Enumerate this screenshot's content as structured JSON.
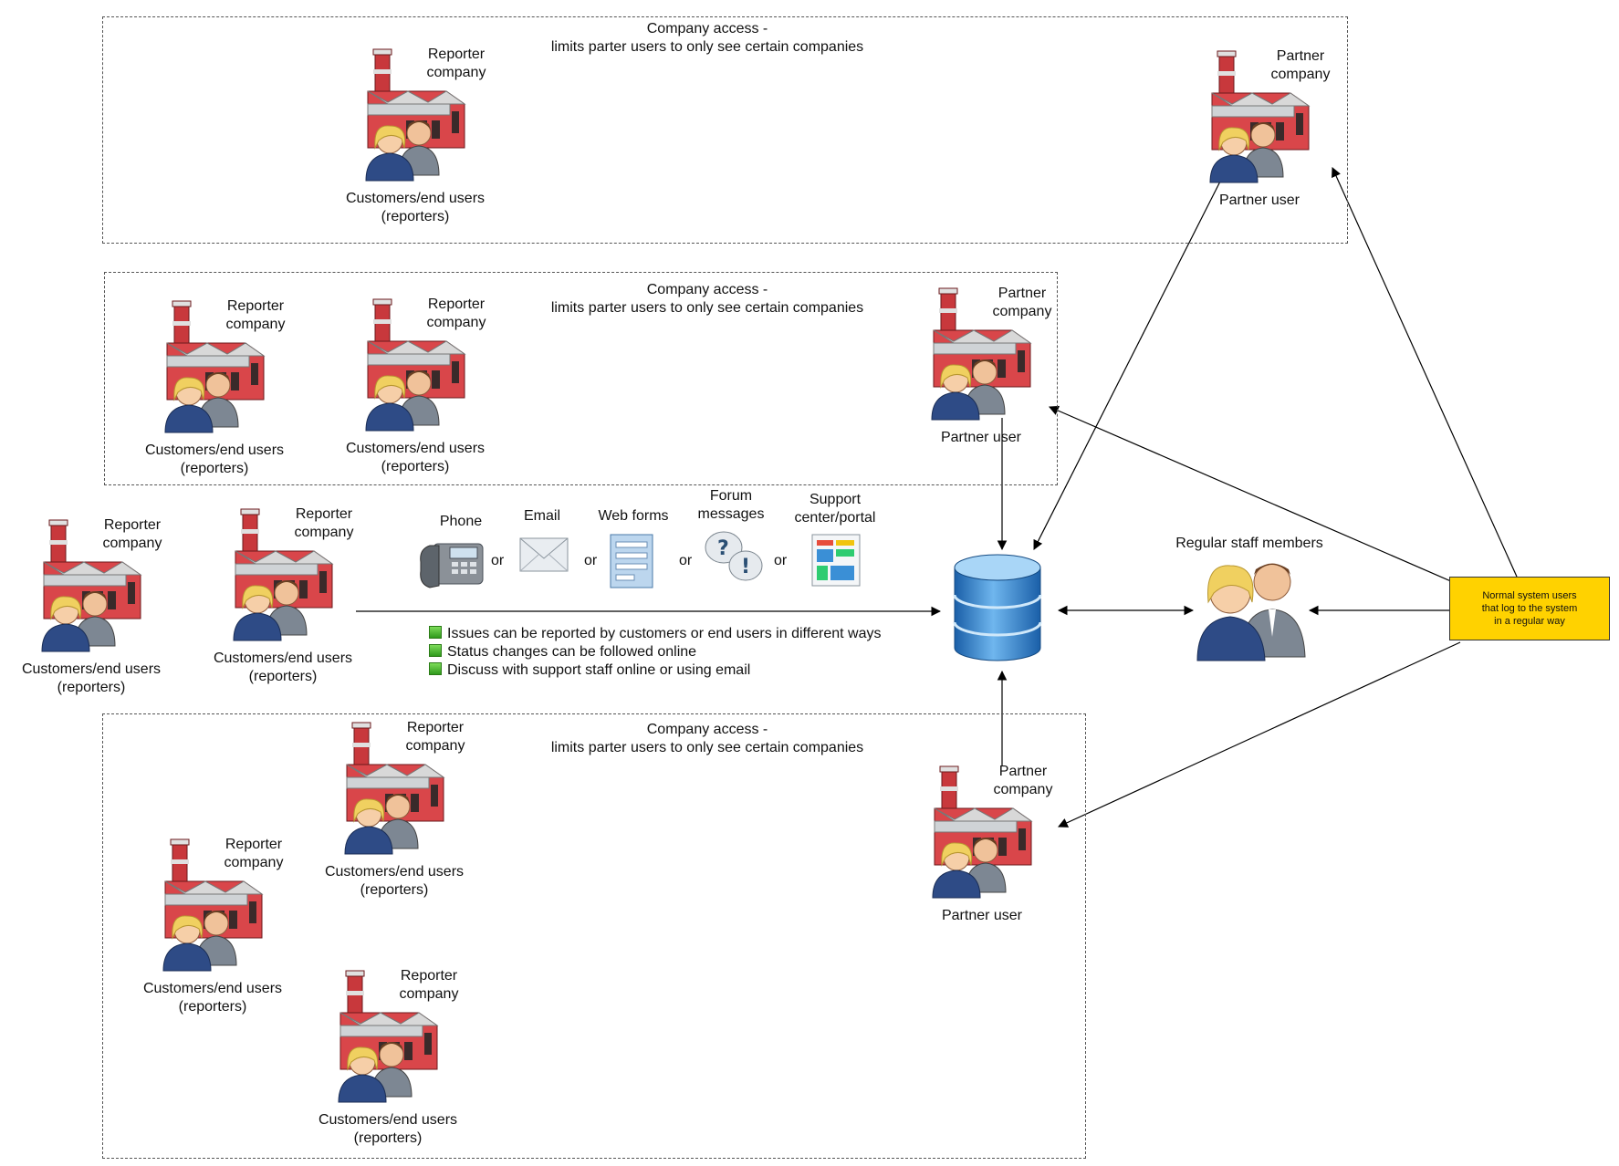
{
  "zones": [
    {
      "title_line1": "Company access -",
      "title_line2": "limits parter users to only see certain companies"
    },
    {
      "title_line1": "Company access -",
      "title_line2": "limits parter users to only see certain companies"
    },
    {
      "title_line1": "Company access -",
      "title_line2": "limits parter users to only see certain companies"
    }
  ],
  "reporter": {
    "company_line1": "Reporter",
    "company_line2": "company",
    "users_line1": "Customers/end users",
    "users_line2": "(reporters)"
  },
  "partner": {
    "company_line1": "Partner",
    "company_line2": "company",
    "user_label": "Partner user"
  },
  "channels": {
    "phone": "Phone",
    "email": "Email",
    "webforms": "Web forms",
    "forum_line1": "Forum",
    "forum_line2": "messages",
    "support_line1": "Support",
    "support_line2": "center/portal",
    "or": "or"
  },
  "bullets": [
    "Issues can be reported by customers or end users in different ways",
    "Status changes can be followed online",
    "Discuss with support staff online or using email"
  ],
  "staff_label": "Regular staff members",
  "note": {
    "line1": "Normal system users",
    "line2": "that log to the system",
    "line3": "in a regular way"
  },
  "colors": {
    "note_bg": "#ffd200",
    "factory_red": "#c8383c",
    "database_blue": "#2a78c8"
  }
}
